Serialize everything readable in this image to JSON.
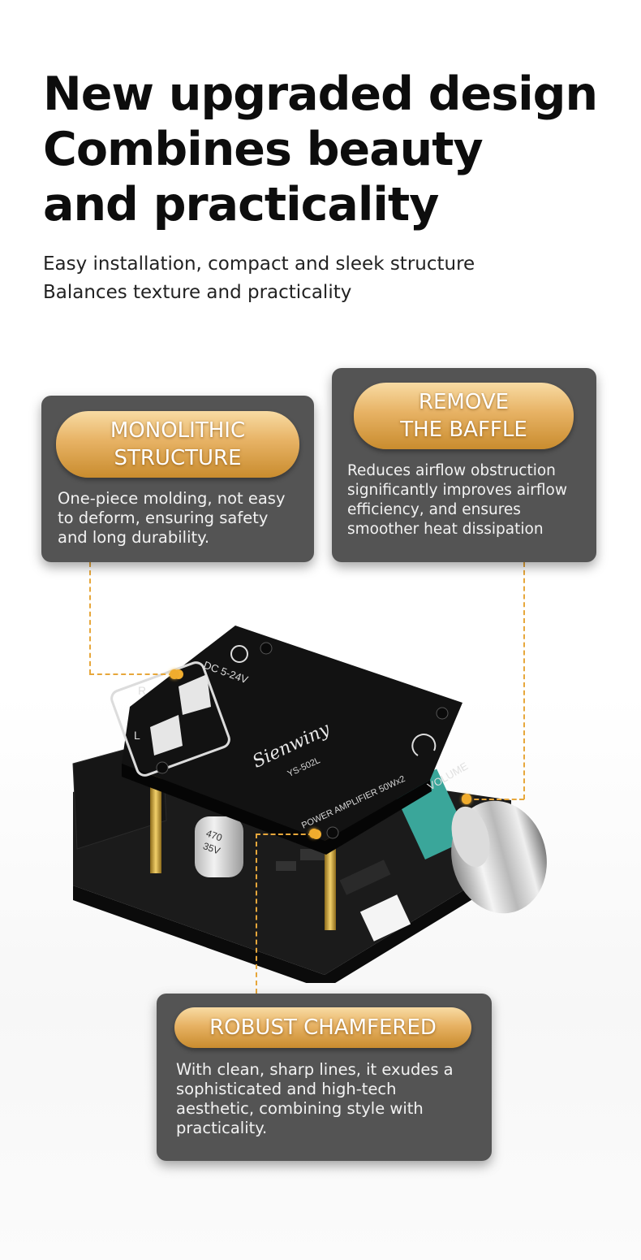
{
  "headline": {
    "line1": "New upgraded design",
    "line2": "Combines beauty",
    "line3": "and practicality"
  },
  "subtitle": {
    "line1": "Easy installation, compact and sleek structure",
    "line2": "Balances texture and practicality"
  },
  "features": {
    "monolithic": {
      "title_line1": "MONOLITHIC",
      "title_line2": "STRUCTURE",
      "desc_line1": "One-piece molding, not easy",
      "desc_line2": "to deform, ensuring safety",
      "desc_line3": "and long durability."
    },
    "baffle": {
      "title_line1": "REMOVE",
      "title_line2": "THE BAFFLE",
      "desc_line1": "Reduces airflow obstruction",
      "desc_line2": "significantly improves airflow",
      "desc_line3": "efficiency, and ensures",
      "desc_line4": "smoother heat dissipation"
    },
    "chamfered": {
      "title": "ROBUST CHAMFERED",
      "desc_line1": "With clean, sharp lines, it exudes a",
      "desc_line2": "sophisticated and high-tech",
      "desc_line3": "aesthetic, combining style with",
      "desc_line4": "practicality."
    }
  },
  "board": {
    "brand": "Sienwiny",
    "model": "YS-502L",
    "label": "POWER AMPLIFIER 50Wx2",
    "volume": "VOLUME",
    "power": "DC 5-24V",
    "channel_r": "R",
    "channel_l": "L",
    "cap": "470",
    "cap_voltage": "35V"
  },
  "colors": {
    "accent": "#e7a73b",
    "card": "#545454"
  }
}
